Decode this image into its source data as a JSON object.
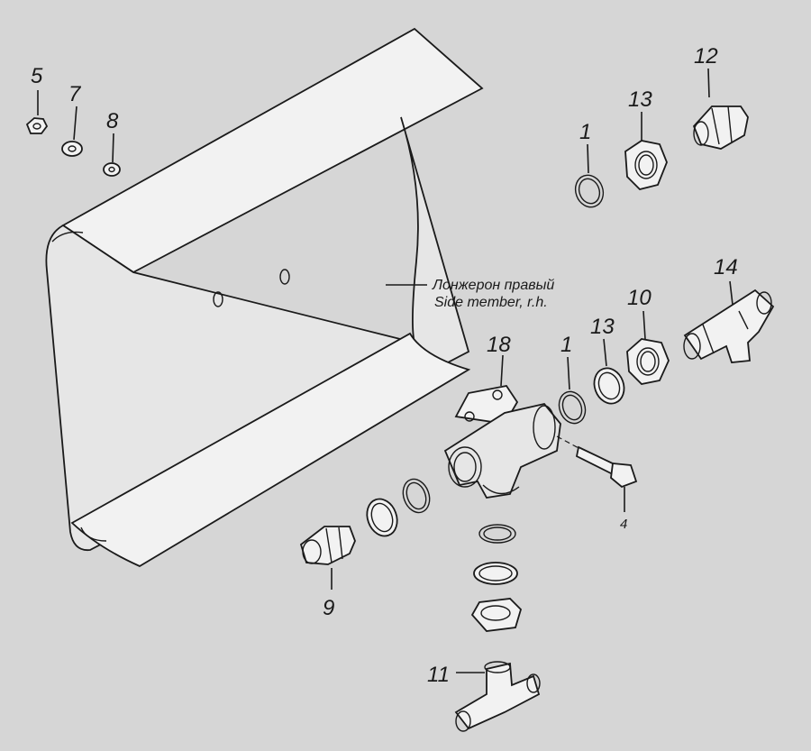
{
  "diagram": {
    "callouts": [
      {
        "id": "5",
        "text": "5"
      },
      {
        "id": "7",
        "text": "7"
      },
      {
        "id": "8",
        "text": "8"
      },
      {
        "id": "1a",
        "text": "1"
      },
      {
        "id": "13a",
        "text": "13"
      },
      {
        "id": "12",
        "text": "12"
      },
      {
        "id": "14",
        "text": "14"
      },
      {
        "id": "10",
        "text": "10"
      },
      {
        "id": "13b",
        "text": "13"
      },
      {
        "id": "1b",
        "text": "1"
      },
      {
        "id": "18",
        "text": "18"
      },
      {
        "id": "4",
        "text": "4"
      },
      {
        "id": "9",
        "text": "9"
      },
      {
        "id": "11",
        "text": "11"
      }
    ],
    "side_member_label_ru": "Лонжерон правый",
    "side_member_label_en": "Side member, r.h."
  }
}
